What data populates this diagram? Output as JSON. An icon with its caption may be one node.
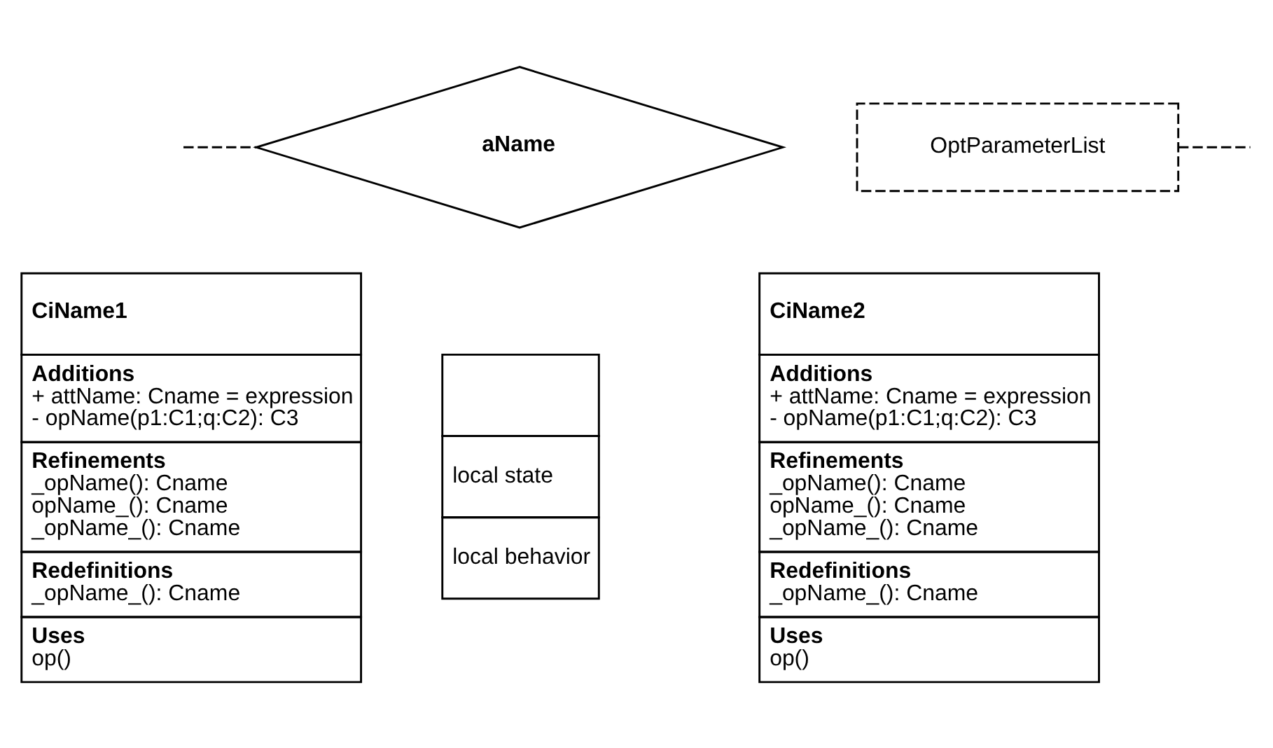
{
  "diagram": {
    "nodes": [
      {
        "text": [
          "aName"
        ]
      },
      {
        "text": [
          "OptParameterList"
        ]
      },
      {
        "text": [
          "local state",
          "local behavior"
        ]
      },
      {
        "text": [
          "CiName1",
          "Additions",
          "+ attName: Cname = expression",
          "- opName(p1:C1;q:C2): C3",
          "Refinements",
          "_opName(): Cname",
          "opName_(): Cname",
          "_opName_(): Cname",
          "Redefinitions",
          "_opName_(): Cname",
          "Uses",
          "op()"
        ]
      },
      {
        "text": [
          "CiName2",
          "Additions",
          "+ attName: Cname = expression",
          "- opName(p1:C1;q:C2): C3",
          "Refinements",
          "_opName(): Cname",
          "opName_(): Cname",
          "_opName_(): Cname",
          "Redefinitions",
          "_opName_(): Cname",
          "Uses",
          "op()"
        ]
      }
    ],
    "edges": [
      {
        "from": 0,
        "to": null,
        "arrow": "none",
        "style": "dashed"
      },
      {
        "from": 1,
        "to": null,
        "arrow": "none",
        "style": "dashed"
      }
    ]
  }
}
